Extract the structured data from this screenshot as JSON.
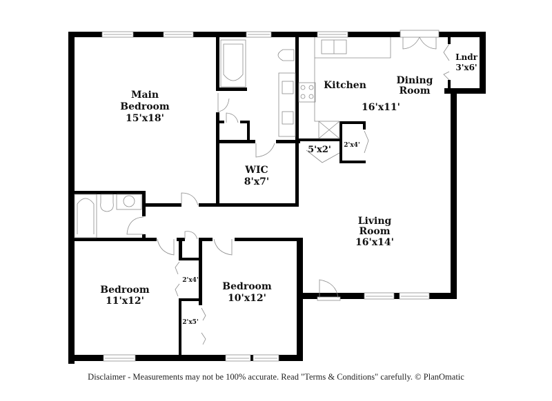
{
  "rooms": {
    "main_bedroom": {
      "name_line1": "Main",
      "name_line2": "Bedroom",
      "size": "15'x18'"
    },
    "wic": {
      "name": "WIC",
      "size": "8'x7'"
    },
    "kitchen": {
      "name": "Kitchen"
    },
    "dining_room": {
      "name_line1": "Dining",
      "name_line2": "Room",
      "size": "16'x11'"
    },
    "laundry": {
      "name": "Lndr",
      "size": "3'x6'"
    },
    "pantry": {
      "size": "2'x4'"
    },
    "entry_nook": {
      "size": "5'x2'"
    },
    "living_room": {
      "name_line1": "Living",
      "name_line2": "Room",
      "size": "16'x14'"
    },
    "bedroom_left": {
      "name": "Bedroom",
      "size": "11'x12'"
    },
    "bedroom_right": {
      "name": "Bedroom",
      "size": "10'x12'"
    },
    "closet_upper": {
      "size": "2'x4'"
    },
    "closet_lower": {
      "size": "2'x5'"
    }
  },
  "footer": {
    "disclaimer": "Disclaimer - Measurements may not be 100% accurate. Read \"Terms & Conditions\" carefully. © PlanOmatic"
  }
}
